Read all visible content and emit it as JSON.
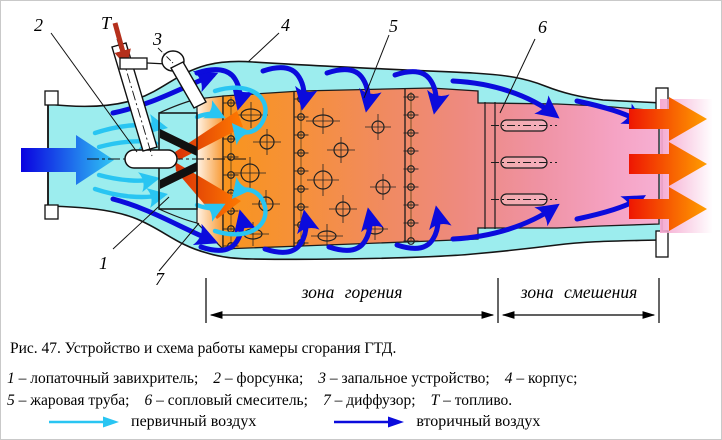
{
  "figure": {
    "caption": "Рис. 47. Устройство и схема работы камеры сгорания ГТД.",
    "callouts": {
      "c1": "1",
      "c2": "2",
      "c3": "3",
      "c4": "4",
      "c5": "5",
      "c6": "6",
      "c7": "7",
      "fuel": "T"
    },
    "zones": {
      "burning": "зона горения",
      "mixing": "зона смешения"
    }
  },
  "legend": {
    "rows": [
      [
        {
          "n": "1",
          "t": "– лопаточный завихритель;"
        },
        {
          "n": "2",
          "t": "– форсунка;"
        },
        {
          "n": "3",
          "t": "– запальное устройство;"
        },
        {
          "n": "4",
          "t": "– корпус;"
        }
      ],
      [
        {
          "n": "5",
          "t": "– жаровая труба;"
        },
        {
          "n": "6",
          "t": "– сопловый смеситель;"
        },
        {
          "n": "7",
          "t": "– диффузор;"
        },
        {
          "n": "Т",
          "t": "– топливо."
        }
      ]
    ],
    "air": {
      "primary": "первичный воздух",
      "secondary": "вторичный воздух"
    }
  },
  "colors": {
    "casing": "#9CEDEE",
    "flame_tube_hot": "#F8951D",
    "flame_tube_exit": "#F7AFD2",
    "primary_air": "#29C5F2",
    "secondary_air": "#0B0BDC",
    "inlet_flow_start": "#0A02E0",
    "inlet_flow_end": "#2FC6F5",
    "exit_flow_start": "#EE1602",
    "exit_flow_end": "#FF9E00",
    "fuel_arrow": "#B5301C",
    "flame_start": "#D93208",
    "flame_end": "#FF7B00"
  }
}
